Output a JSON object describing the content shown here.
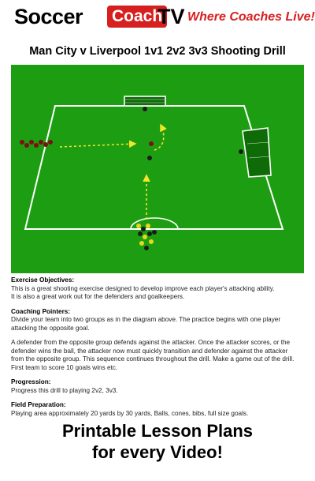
{
  "header": {
    "brand_word1": "Soccer",
    "brand_word2": "Coach",
    "brand_word3": "TV",
    "tagline": "Where Coaches Live!",
    "brand_red": "#d6201f"
  },
  "drill_title": "Man City v Liverpool 1v1 2v2 3v3 Shooting Drill",
  "diagram": {
    "field_color": "#1d9e12",
    "line_color": "#ffffff",
    "arrow_color": "#f5e52a"
  },
  "sections": [
    {
      "heading": "Exercise Objectives:",
      "lines": [
        "This is a great shooting exercise designed to develop improve each player's attacking ability.",
        "It is also a great work out for the defenders and goalkeepers."
      ]
    },
    {
      "heading": "Coaching Pointers:",
      "lines": [
        "Divide your team into two groups as in the diagram above. The practice begins with one player",
        "attacking the opposite goal."
      ]
    },
    {
      "heading": "",
      "lines": [
        "A defender from the opposite group defends against the attacker. Once the attacker scores, or the",
        "defender wins the ball, the attacker now must quickly transition and defender against the attacker",
        "from the opposite group. This sequence continues throughout the drill. Make a game out of the drill.",
        "First team to score 10 goals wins etc."
      ]
    },
    {
      "heading": "Progression:",
      "lines": [
        "Progress this drill to playing 2v2, 3v3."
      ]
    },
    {
      "heading": "Field Preparation:",
      "lines": [
        "Playing area approximately 20 yards by 30 yards, Balls, cones, bibs, full size goals."
      ]
    }
  ],
  "footer": {
    "line1": "Printable Lesson Plans",
    "line2": "for every Video!"
  }
}
